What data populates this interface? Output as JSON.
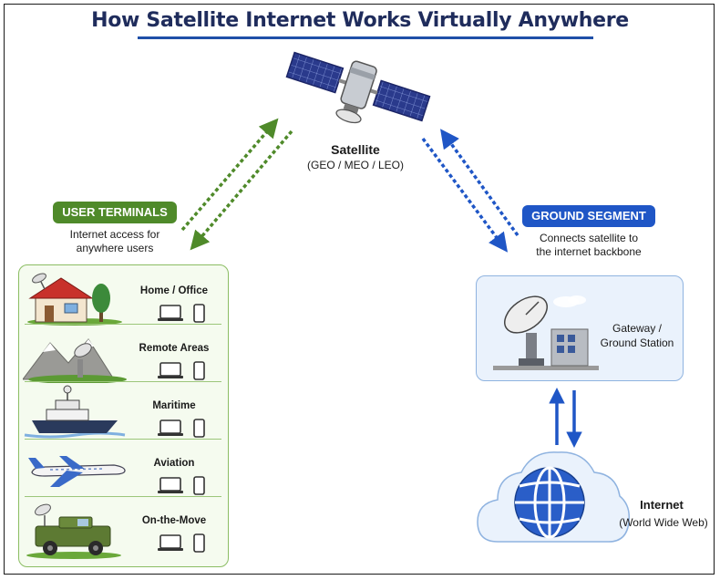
{
  "title": "How Satellite Internet Works Virtually Anywhere",
  "satellite": {
    "name": "Satellite",
    "sub": "(GEO / MEO / LEO)"
  },
  "user_terminals": {
    "badge": "USER TERMINALS",
    "desc_line1": "Internet access for",
    "desc_line2": "anywhere users",
    "color": "#4f8a2a",
    "rows": [
      {
        "label": "Home / Office",
        "icon": "house-dish-icon"
      },
      {
        "label": "Remote Areas",
        "icon": "mountain-dish-icon"
      },
      {
        "label": "Maritime",
        "icon": "ship-icon"
      },
      {
        "label": "Aviation",
        "icon": "airplane-icon"
      },
      {
        "label": "On-the-Move",
        "icon": "vehicle-dish-icon"
      }
    ]
  },
  "ground_segment": {
    "badge": "GROUND SEGMENT",
    "desc_line1": "Connects satellite to",
    "desc_line2": "the internet backbone",
    "color": "#1f56c6",
    "gateway_line1": "Gateway /",
    "gateway_line2": "Ground Station"
  },
  "internet": {
    "name": "Internet",
    "sub": "(World Wide Web)"
  }
}
